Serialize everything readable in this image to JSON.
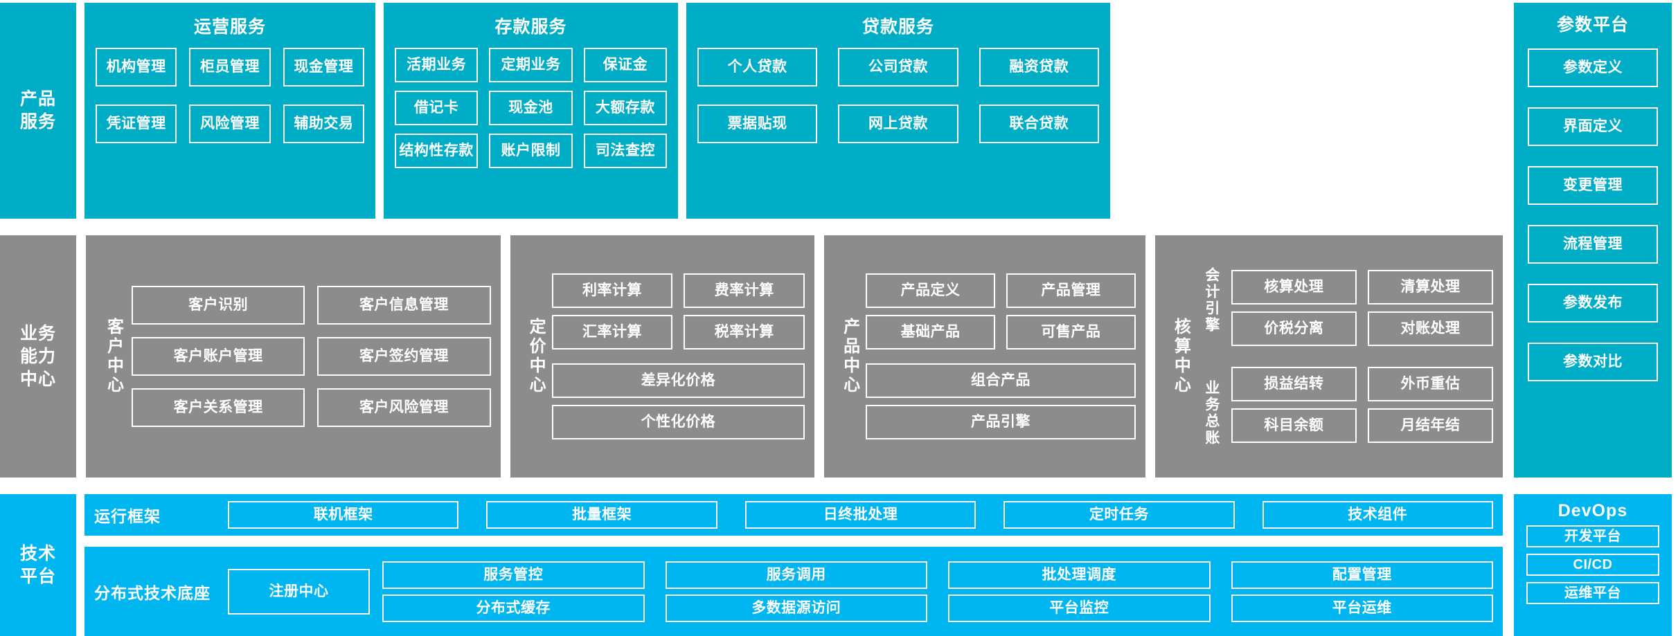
{
  "colors": {
    "teal": "#00adc6",
    "gray": "#8c8c8c",
    "blue": "#00b6f0",
    "border": "#ffffff",
    "text": "#ffffff"
  },
  "row_product": {
    "side_label": "产品\n服务",
    "groups": [
      {
        "title": "运营服务",
        "cells": [
          "机构管理",
          "柜员管理",
          "现金管理",
          "凭证管理",
          "风险管理",
          "辅助交易"
        ]
      },
      {
        "title": "存款服务",
        "cells": [
          "活期业务",
          "定期业务",
          "保证金",
          "借记卡",
          "现金池",
          "大额存款",
          "结构性存款",
          "账户限制",
          "司法查控"
        ]
      },
      {
        "title": "贷款服务",
        "cells": [
          "个人贷款",
          "公司贷款",
          "融资贷款",
          "票据贴现",
          "网上贷款",
          "联合贷款"
        ]
      }
    ],
    "param_platform": {
      "title": "参数平台",
      "cells": [
        "参数定义",
        "界面定义",
        "变更管理",
        "流程管理",
        "参数发布",
        "参数对比"
      ]
    }
  },
  "row_business": {
    "side_label": "业务\n能力\n中心",
    "centers": [
      {
        "vlabel": "客户中心",
        "cells": [
          "客户识别",
          "客户信息管理",
          "客户账户管理",
          "客户签约管理",
          "客户关系管理",
          "客户风险管理"
        ]
      },
      {
        "vlabel": "定价中心",
        "cells": [
          "利率计算",
          "费率计算",
          "汇率计算",
          "税率计算"
        ],
        "wide_cells": [
          "差异化价格",
          "个性化价格"
        ]
      },
      {
        "vlabel": "产品中心",
        "cells": [
          "产品定义",
          "产品管理",
          "基础产品",
          "可售产品"
        ],
        "wide_cells": [
          "组合产品",
          "产品引擎"
        ]
      },
      {
        "vlabel": "核算中心",
        "sub_labels": [
          "会计引擎",
          "业务总账"
        ],
        "cells_top": [
          "核算处理",
          "清算处理",
          "价税分离",
          "对账处理"
        ],
        "cells_bottom": [
          "损益结转",
          "外币重估",
          "科目余额",
          "月结年结"
        ]
      }
    ]
  },
  "row_tech": {
    "side_label": "技术\n平台",
    "rows": [
      {
        "label": "运行框架",
        "cells": [
          "联机框架",
          "批量框架",
          "日终批处理",
          "定时任务",
          "技术组件"
        ]
      },
      {
        "label": "分布式技术底座",
        "register": "注册中心",
        "cells": [
          "服务管控",
          "服务调用",
          "批处理调度",
          "配置管理",
          "分布式缓存",
          "多数据源访问",
          "平台监控",
          "平台运维"
        ]
      }
    ],
    "devops": {
      "title": "DevOps",
      "cells": [
        "开发平台",
        "CI/CD",
        "运维平台"
      ]
    }
  }
}
